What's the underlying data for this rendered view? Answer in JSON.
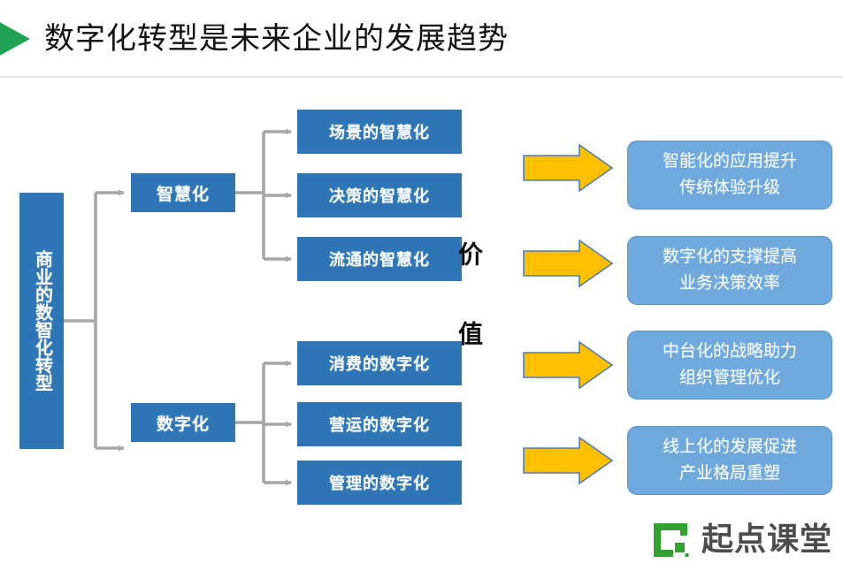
{
  "header": {
    "title": "数字化转型是未来企业的发展趋势",
    "marker_icon": "green-triangle-bullet-icon",
    "marker_color": "#21a153"
  },
  "colors": {
    "primary_blue": "#2e75b6",
    "light_blue": "#6fa8dc",
    "arrow_yellow": "#ffc000",
    "arrow_outline": "#4a7ebb",
    "connector_gray": "#a6a6a6",
    "logo_green": "#34a233",
    "logo_text": "#4d4d4d"
  },
  "diagram": {
    "root": {
      "label": "商业的数智化转型"
    },
    "branches": [
      {
        "label": "智慧化",
        "leaves": [
          {
            "label": "场景的智慧化"
          },
          {
            "label": "决策的智慧化"
          },
          {
            "label": "流通的智慧化"
          }
        ]
      },
      {
        "label": "数字化",
        "leaves": [
          {
            "label": "消费的数字化"
          },
          {
            "label": "营运的数字化"
          },
          {
            "label": "管理的数字化"
          }
        ]
      }
    ],
    "value_label": "价值",
    "arrows": [
      {
        "name": "value-arrow-1",
        "icon": "right-arrow-icon"
      },
      {
        "name": "value-arrow-2",
        "icon": "right-arrow-icon"
      },
      {
        "name": "value-arrow-3",
        "icon": "right-arrow-icon"
      },
      {
        "name": "value-arrow-4",
        "icon": "right-arrow-icon"
      }
    ],
    "outcomes": [
      {
        "line1": "智能化的应用提升",
        "line2": "传统体验升级"
      },
      {
        "line1": "数字化的支撑提高",
        "line2": "业务决策效率"
      },
      {
        "line1": "中台化的战略助力",
        "line2": "组织管理优化"
      },
      {
        "line1": "线上化的发展促进",
        "line2": "产业格局重塑"
      }
    ]
  },
  "logo": {
    "text": "起点课堂",
    "mark_icon": "qidian-bracket-logo-icon"
  }
}
